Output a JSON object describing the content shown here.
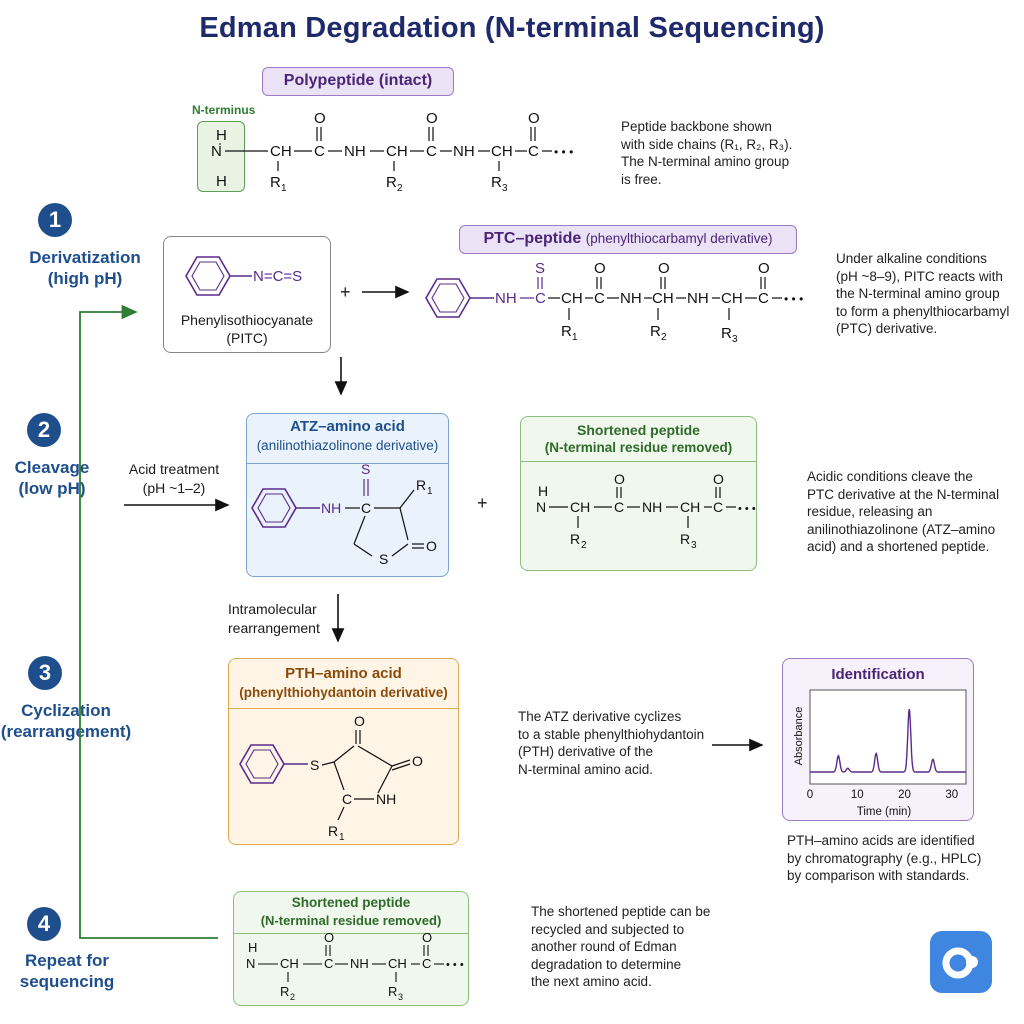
{
  "title": "Edman Degradation (N-terminal Sequencing)",
  "polypeptide": {
    "header": "Polypeptide (intact)",
    "nterm_label": "N-terminus",
    "note": [
      "Peptide backbone shown",
      "with side chains (R₁, R₂, R₃).",
      "The N-terminal amino group",
      "is free."
    ]
  },
  "steps": [
    {
      "number": "1",
      "label": [
        "Derivatization",
        "(high pH)"
      ]
    },
    {
      "number": "2",
      "label": [
        "Cleavage",
        "(low pH)"
      ]
    },
    {
      "number": "3",
      "label": [
        "Cyclization",
        "(rearrangement)"
      ]
    },
    {
      "number": "4",
      "label": [
        "Repeat for",
        "sequencing"
      ]
    }
  ],
  "pitc": {
    "name": "Phenylisothiocyanate",
    "abbr": "(PITC)",
    "formula": "N=C=S"
  },
  "ptc": {
    "header_main": "PTC–peptide",
    "header_sub": "(phenylthiocarbamyl derivative)",
    "note": [
      "Under alkaline conditions",
      "(pH ~8–9), PITC reacts with",
      "the N-terminal amino group",
      "to form a phenylthiocarbamyl",
      "(PTC) derivative."
    ]
  },
  "acid": {
    "label": "Acid treatment",
    "ph": "(pH ~1–2)"
  },
  "atz": {
    "header": "ATZ–amino acid",
    "sub": "(anilinothiazolinone derivative)"
  },
  "shortened": {
    "header": "Shortened peptide",
    "sub": "(N-terminal residue removed)"
  },
  "cleavage_note": [
    "Acidic conditions cleave the",
    "PTC derivative at the N-terminal",
    "residue, releasing an",
    "anilinothiazolinone (ATZ–amino",
    "acid) and a shortened peptide."
  ],
  "rearr": {
    "line1": "Intramolecular",
    "line2": "rearrangement"
  },
  "pth": {
    "header": "PTH–amino acid",
    "sub": "(phenylthiohydantoin derivative)"
  },
  "cyclization_note": [
    "The ATZ derivative cyclizes",
    "to a stable phenylthiohydantoin",
    "(PTH) derivative of the",
    "N-terminal amino acid."
  ],
  "identification": {
    "title": "Identification",
    "ylabel": "Absorbance",
    "xlabel": "Time (min)",
    "note": [
      "PTH–amino acids are identified",
      "by chromatography (e.g., HPLC)",
      "by comparison with standards."
    ]
  },
  "chart_data": {
    "type": "line",
    "x_ticks": [
      0,
      10,
      20,
      30
    ],
    "xlim": [
      0,
      33
    ],
    "xlabel": "Time (min)",
    "ylabel": "Absorbance",
    "peaks": [
      {
        "x": 6,
        "height": 0.22
      },
      {
        "x": 8,
        "height": 0.05
      },
      {
        "x": 14,
        "height": 0.25
      },
      {
        "x": 21,
        "height": 0.85
      },
      {
        "x": 26,
        "height": 0.17
      }
    ]
  },
  "repeat": {
    "header": "Shortened peptide",
    "sub": "(N-terminal residue removed)",
    "note": [
      "The shortened peptide can be",
      "recycled and subjected to",
      "another round of Edman",
      "degradation to determine",
      "the next amino acid."
    ]
  },
  "colors": {
    "navy": "#1f2a6b",
    "step_blue": "#1f4e8c",
    "purple": "#5a2a8a",
    "green": "#2e7d32",
    "orange": "#b45309"
  },
  "chem": {
    "N": "N",
    "H": "H",
    "CH": "CH",
    "C": "C",
    "NH": "NH",
    "O": "O",
    "S": "S",
    "R1": "R",
    "R2": "R",
    "R3": "R",
    "sub1": "1",
    "sub2": "2",
    "sub3": "3",
    "dots": "• • •",
    "plus": "+"
  }
}
